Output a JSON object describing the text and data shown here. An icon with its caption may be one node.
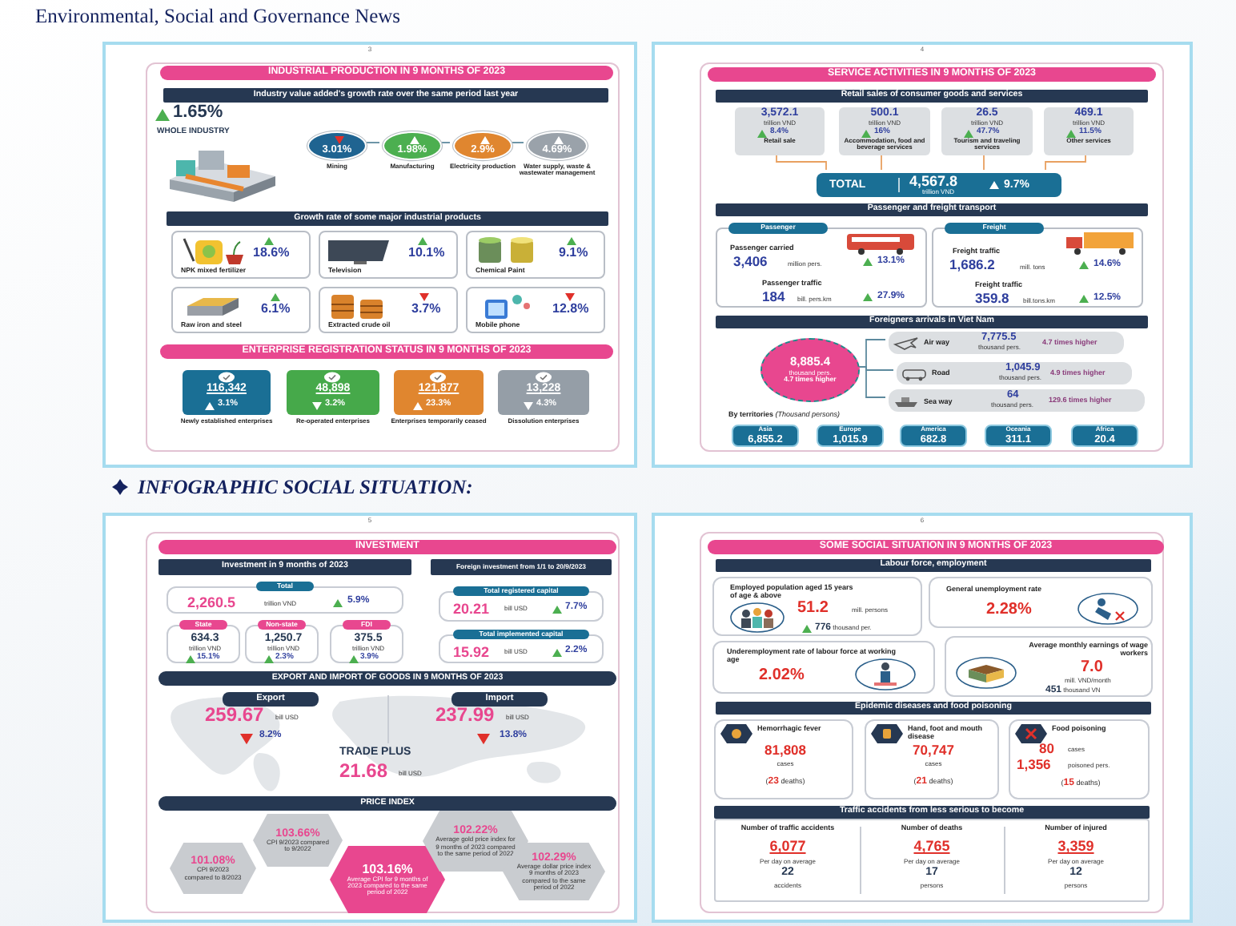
{
  "diagram": {
    "title": "Environmental, Social and Governance News",
    "nodes": [
      {
        "text": [
          "3"
        ]
      },
      {
        "text": [
          "INDUSTRIAL PRODUCTION IN 9 MONTHS OF 2023"
        ],
        "in": 0
      },
      {
        "text": [
          "Industry value added's growth rate over the same period last year"
        ],
        "in": 0
      },
      {
        "text": [
          "3.01%"
        ],
        "beside": [
          "Mining"
        ],
        "in": 0
      },
      {
        "text": [
          "1.98%"
        ],
        "beside": [
          "Manufacturing"
        ],
        "in": 0
      },
      {
        "text": [
          "2.9%"
        ],
        "beside": [
          "Electricity production"
        ],
        "in": 0
      },
      {
        "text": [
          "4.69%"
        ],
        "beside": [
          "Water supply, waste & wastewater management"
        ],
        "in": 0
      },
      {
        "text": [
          "Growth rate of some major industrial products"
        ],
        "in": 0
      },
      {
        "text": [
          "18.6%",
          "NPK mixed fertilizer"
        ],
        "in": 0
      },
      {
        "text": [
          "10.1%",
          "Television"
        ],
        "in": 0
      },
      {
        "text": [
          "9.1%",
          "Chemical Paint"
        ],
        "in": 0
      },
      {
        "text": [
          "6.1%",
          "Raw iron and steel"
        ],
        "in": 0
      },
      {
        "text": [
          "3.7%",
          "Extracted crude oil"
        ],
        "in": 0
      },
      {
        "text": [
          "12.8%",
          "Mobile phone"
        ],
        "in": 0
      },
      {
        "text": [
          "ENTERPRISE REGISTRATION STATUS IN 9 MONTHS OF 2023"
        ],
        "in": 0
      },
      {
        "text": [
          "116,342",
          "3.1%"
        ],
        "beside": [
          "Newly established enterprises"
        ],
        "in": 0
      },
      {
        "text": [
          "48,898",
          "3.2%"
        ],
        "beside": [
          "Re-operated enterprises"
        ],
        "in": 0
      },
      {
        "text": [
          "121,877",
          "23.3%"
        ],
        "beside": [
          "Enterprises temporarily ceased"
        ],
        "in": 0
      },
      {
        "text": [
          "13,228",
          "4.3%"
        ],
        "beside": [
          "Dissolution enterprises"
        ],
        "in": 0
      },
      {
        "text": [
          "4"
        ]
      },
      {
        "text": [
          "SERVICE ACTIVITIES IN 9 MONTHS OF 2023"
        ],
        "in": 19
      },
      {
        "text": [
          "Retail sales of consumer goods and services"
        ],
        "in": 19
      },
      {
        "text": [
          "3,572.1",
          "trillion VND",
          "8.4%",
          "Retail sale"
        ],
        "in": 19
      },
      {
        "text": [
          "500.1",
          "trillion VND",
          "16%",
          "Accommodation, food and beverage services"
        ],
        "in": 19
      },
      {
        "text": [
          "26.5",
          "trillion VND",
          "47.7%",
          "Tourism and traveling services"
        ],
        "in": 19
      },
      {
        "text": [
          "469.1",
          "trillion VND",
          "11.5%",
          "Other services"
        ],
        "in": 19
      },
      {
        "text": [
          "TOTAL",
          "4,567.8",
          "trillion VND",
          "9.7%"
        ],
        "in": 19
      },
      {
        "text": [
          "Passenger and freight transport"
        ],
        "in": 19
      },
      {
        "text": [
          "Passenger carried",
          "3,406",
          "million pers.",
          "13.1%",
          "Passenger traffic",
          "184",
          "bill. pers.km",
          "27.9%"
        ],
        "in": 19
      },
      {
        "text": [
          "Passenger"
        ],
        "in": 19
      },
      {
        "text": [
          "Freight traffic",
          "1,686.2",
          "mill. tons",
          "14.6%",
          "Freight traffic",
          "359.8",
          "bill.tons.km",
          "12.5%"
        ],
        "in": 19
      },
      {
        "text": [
          "Freight"
        ],
        "in": 19
      },
      {
        "text": [
          "Foreigners arrivals in Viet Nam"
        ],
        "in": 19
      },
      {
        "text": [
          "8,885.4",
          "thousand pers.",
          "4.7 times higher"
        ],
        "in": 19
      },
      {
        "text": [
          "Air way",
          "7,775.5",
          "thousand pers.",
          "4.7 times higher"
        ],
        "in": 19
      },
      {
        "text": [
          "Road",
          "1,045.9",
          "thousand pers.",
          "4.9 times higher"
        ],
        "in": 19
      },
      {
        "text": [
          "Sea way",
          "64",
          "thousand pers.",
          "129.6 times higher"
        ],
        "in": 19
      },
      {
        "text": [
          "Asia",
          "6,855.2"
        ],
        "in": 19
      },
      {
        "text": [
          "Europe",
          "1,015.9"
        ],
        "in": 19
      },
      {
        "text": [
          "America",
          "682.8"
        ],
        "in": 19
      },
      {
        "text": [
          "Oceania",
          "311.1"
        ],
        "in": 19
      },
      {
        "text": [
          "Africa",
          "20.4"
        ],
        "in": 19
      },
      {
        "text": [
          "5"
        ]
      },
      {
        "text": [
          "INVESTMENT"
        ],
        "in": 42
      },
      {
        "text": [
          "Investment in 9 months of 2023"
        ],
        "in": 42
      },
      {
        "text": [
          "Foreign investment from 1/1 to 20/9/2023"
        ],
        "in": 42
      },
      {
        "text": [
          "2,260.5",
          "trillion VND",
          "5.9%"
        ],
        "in": 42
      },
      {
        "text": [
          "Total"
        ],
        "in": 42
      },
      {
        "text": [
          "634.3",
          "trillion VND",
          "15.1%"
        ],
        "in": 42
      },
      {
        "text": [
          "State"
        ],
        "in": 42
      },
      {
        "text": [
          "1,250.7",
          "trillion VND",
          "2.3%"
        ],
        "in": 42
      },
      {
        "text": [
          "Non-state"
        ],
        "in": 42
      },
      {
        "text": [
          "375.5",
          "trillion VND",
          "3.9%"
        ],
        "in": 42
      },
      {
        "text": [
          "FDI"
        ],
        "in": 42
      },
      {
        "text": [
          "20.21",
          "bill USD",
          "7.7%"
        ],
        "in": 42
      },
      {
        "text": [
          "Total registered capital"
        ],
        "in": 42
      },
      {
        "text": [
          "15.92",
          "bill USD",
          "2.2%"
        ],
        "in": 42
      },
      {
        "text": [
          "Total implemented capital"
        ],
        "in": 42
      },
      {
        "text": [
          "EXPORT AND IMPORT OF GOODS IN 9 MONTHS OF 2023"
        ],
        "in": 42
      },
      {
        "text": [
          "Export"
        ],
        "in": 42
      },
      {
        "text": [
          "Import"
        ],
        "in": 42
      },
      {
        "text": [
          "PRICE INDEX"
        ],
        "in": 42
      },
      {
        "text": [
          "101.08%",
          "CPI 9/2023 compared to 8/2023"
        ],
        "in": 42
      },
      {
        "text": [
          "103.66%",
          "CPI 9/2023 compared to 9/2022"
        ],
        "in": 42
      },
      {
        "text": [
          "103.16%",
          "Average CPI for 9 months of 2023 compared to the same period of 2022"
        ],
        "in": 42
      },
      {
        "text": [
          "102.22%",
          "Average gold price index for 9 months of 2023 compared to the same period of 2022"
        ],
        "in": 42
      },
      {
        "text": [
          "102.29%",
          "Average dollar price index 9 months of 2023 compared to the same period of 2022"
        ],
        "in": 42
      },
      {
        "text": [
          "6"
        ]
      },
      {
        "text": [
          "SOME SOCIAL SITUATION IN 9 MONTHS OF 2023"
        ],
        "in": 67
      },
      {
        "text": [
          "Labour force, employment"
        ],
        "in": 67
      },
      {
        "text": [
          "Employed population aged 15 years of age & above",
          "51.2",
          "mill. persons",
          "**776** thousand per."
        ],
        "in": 67
      },
      {
        "text": [
          "General unemployment rate",
          "2.28%"
        ],
        "in": 67
      },
      {
        "text": [
          "Underemployment rate of labour force at working age",
          "2.02%"
        ],
        "in": 67
      },
      {
        "text": [
          "Average monthly earnings of wage workers",
          "7.0",
          "mill. VND/month",
          "**451** thousand VN"
        ],
        "in": 67
      },
      {
        "text": [
          "Epidemic diseases and food poisoning"
        ],
        "in": 67
      },
      {
        "text": [
          "Hemorrhagic fever",
          "81,808",
          "cases",
          "(**23** deaths)"
        ],
        "in": 67
      },
      {
        "text": [
          "Hand, foot and mouth disease",
          "70,747",
          "cases",
          "(**21** deaths)"
        ],
        "in": 67
      },
      {
        "text": [
          "Food poisoning",
          "80",
          "cases",
          "1,356",
          "poisoned pers.",
          "(**15** deaths)"
        ],
        "in": 67
      },
      {
        "text": [
          "Traffic accidents from less serious to become"
        ],
        "in": 67
      },
      {
        "text": [
          "Number of traffic accidents",
          "6,077",
          "Per day on average",
          "22",
          "accidents",
          "Number of deaths",
          "4,765",
          "Per day on average",
          "17",
          "persons",
          "Number of injured",
          "3,359",
          "Per day on average",
          "12",
          "persons"
        ],
        "in": 67
      }
    ],
    "edges": [
      {
        "from": 3,
        "to": 4,
        "arrow": "none"
      },
      {
        "from": 4,
        "to": 5,
        "arrow": "none"
      },
      {
        "from": 5,
        "to": 6,
        "arrow": "none"
      },
      {
        "from": 22,
        "to": 26,
        "arrow": "none",
        "color": "#e8a060"
      },
      {
        "from": 23,
        "to": 26,
        "arrow": "none",
        "color": "#e8a060"
      },
      {
        "from": 24,
        "to": 26,
        "arrow": "none",
        "color": "#e8a060"
      },
      {
        "from": 25,
        "to": 26,
        "arrow": "none",
        "color": "#e8a060"
      },
      {
        "from": 33,
        "to": 34,
        "arrow": "none"
      },
      {
        "from": 33,
        "to": 35,
        "arrow": "none"
      },
      {
        "from": 33,
        "to": 36,
        "arrow": "none"
      }
    ],
    "labels": [
      "1.65%",
      "WHOLE INDUSTRY",
      "**By territories** *(Thousand persons)*",
      "INFOGRAPHIC SOCIAL SITUATION:",
      "259.67",
      "bill USD",
      "8.2%",
      "237.99",
      "bill USD",
      "13.8%",
      "TRADE PLUS",
      "21.68",
      "bill USD"
    ]
  }
}
